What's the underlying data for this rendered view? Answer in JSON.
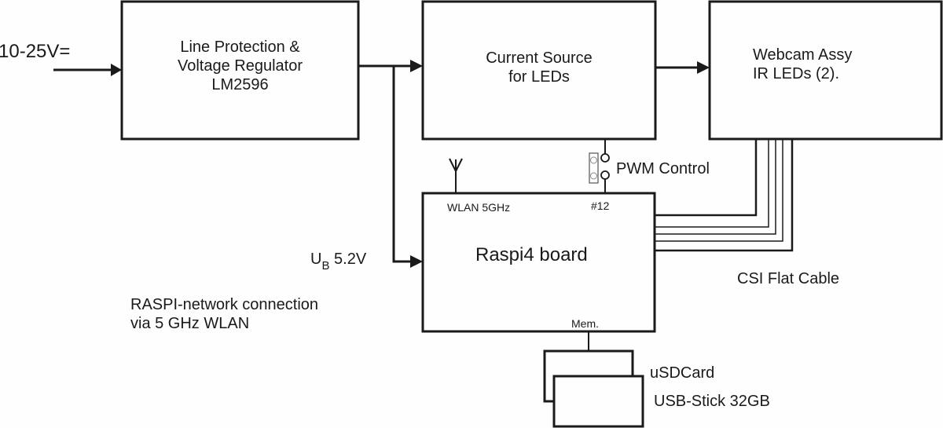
{
  "diagram": {
    "input_voltage": "10-25V=",
    "blocks": {
      "regulator": {
        "lines": [
          "Line Protection &",
          "Voltage Regulator",
          "LM2596"
        ]
      },
      "current_source": {
        "lines": [
          "Current Source",
          "for LEDs"
        ]
      },
      "webcam": {
        "lines": [
          "Webcam Assy",
          "IR LEDs (2)."
        ]
      },
      "raspi": {
        "title": "Raspi4 board",
        "wlan_port": "WLAN 5GHz",
        "gpio_port": "#12",
        "mem_port": "Mem."
      },
      "usdcard": {
        "label": "uSDCard"
      },
      "usb_stick": {
        "label": "USB-Stick 32GB"
      }
    },
    "labels": {
      "pwm_control": "PWM Control",
      "csi_cable": "CSI Flat Cable",
      "supply_symbol": "U",
      "supply_subscript": "B",
      "supply_value": "5.2V",
      "network_note": [
        "RASPI-network connection",
        "via 5 GHz WLAN"
      ]
    },
    "colors": {
      "stroke": "#1a1a1a",
      "background": "#fefefe"
    }
  }
}
